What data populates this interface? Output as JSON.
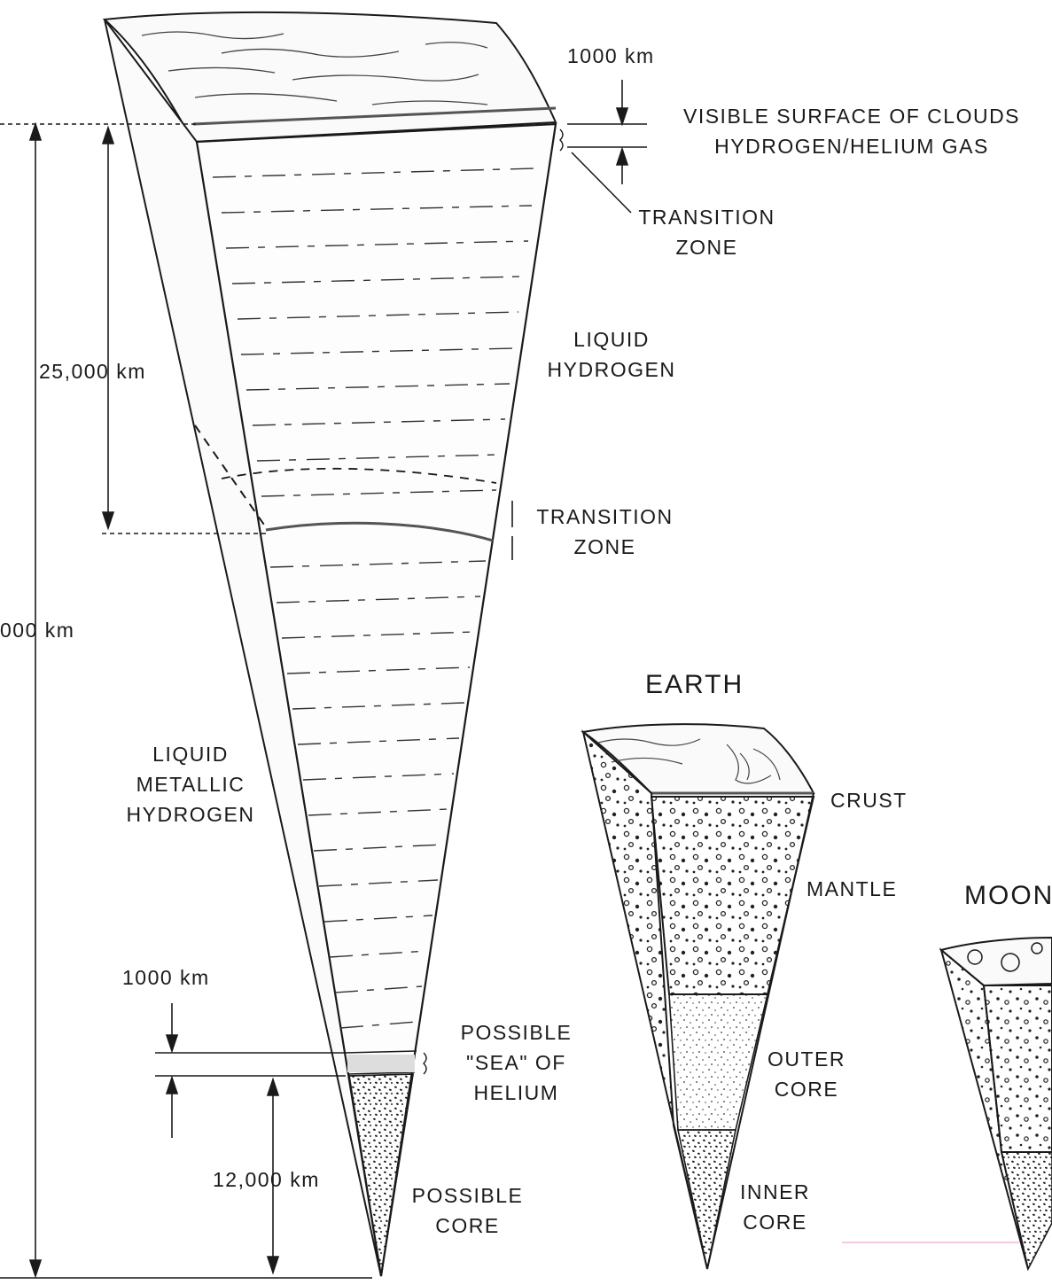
{
  "jupiter": {
    "top_layer_thickness": "1000 km",
    "clouds_line1": "VISIBLE SURFACE OF CLOUDS",
    "clouds_line2": "HYDROGEN/HELIUM GAS",
    "transition_upper_line1": "TRANSITION",
    "transition_upper_line2": "ZONE",
    "liquid_h_line1": "LIQUID",
    "liquid_h_line2": "HYDROGEN",
    "transition_lower_line1": "TRANSITION",
    "transition_lower_line2": "ZONE",
    "depth_25000": "25,000 km",
    "total_radius": "000 km",
    "metallic_line1": "LIQUID",
    "metallic_line2": "METALLIC",
    "metallic_line3": "HYDROGEN",
    "helium_thickness": "1000 km",
    "helium_line1": "POSSIBLE",
    "helium_line2": "\"SEA\" OF",
    "helium_line3": "HELIUM",
    "core_radius": "12,000 km",
    "core_line1": "POSSIBLE",
    "core_line2": "CORE"
  },
  "earth": {
    "title": "EARTH",
    "crust": "CRUST",
    "mantle": "MANTLE",
    "outer_core_line1": "OUTER",
    "outer_core_line2": "CORE",
    "inner_core_line1": "INNER",
    "inner_core_line2": "CORE"
  },
  "moon": {
    "title": "MOON"
  }
}
